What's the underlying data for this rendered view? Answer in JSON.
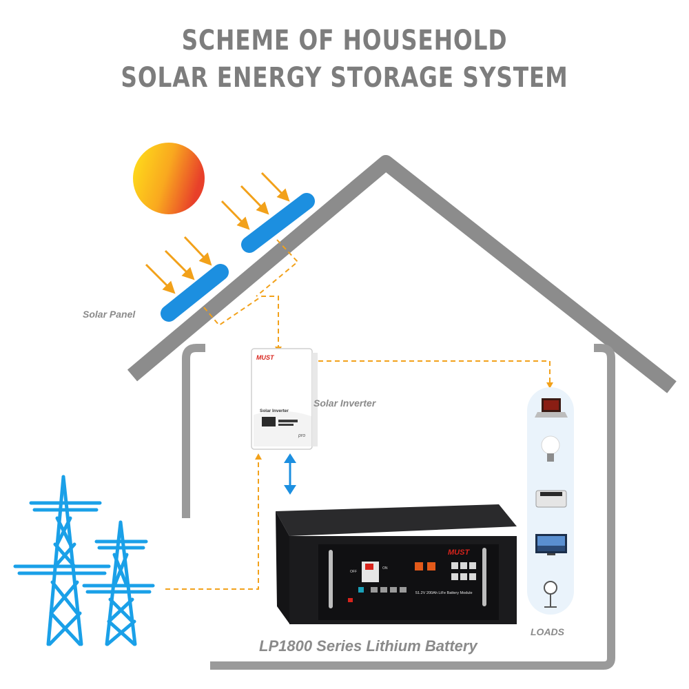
{
  "title": {
    "line1": "SCHEME OF HOUSEHOLD",
    "line2": "SOLAR ENERGY STORAGE SYSTEM"
  },
  "labels": {
    "solar_panel": "Solar Panel",
    "solar_inverter": "Solar Inverter",
    "loads": "LOADS",
    "battery": "LP1800 Series Lithium Battery"
  },
  "inverter": {
    "brand": "MUST",
    "front_text": "Solar Inverter",
    "badge": "pro"
  },
  "battery_unit": {
    "brand": "MUST",
    "module_text": "51.2V 200Ah LiFe Battery Module",
    "switch_off": "OFF",
    "switch_on": "ON"
  },
  "loads_items": [
    "laptop-icon",
    "light-bulb-icon",
    "printer-icon",
    "television-icon",
    "fan-icon"
  ],
  "colors": {
    "house": "#8c8c8c",
    "panel": "#1c8fe0",
    "arrow": "#f2a11a",
    "dashed_line": "#f2a11a",
    "pylon": "#1aa0e8",
    "battery": "#1b1b1d",
    "loads_bg": "#eaf3fb"
  }
}
